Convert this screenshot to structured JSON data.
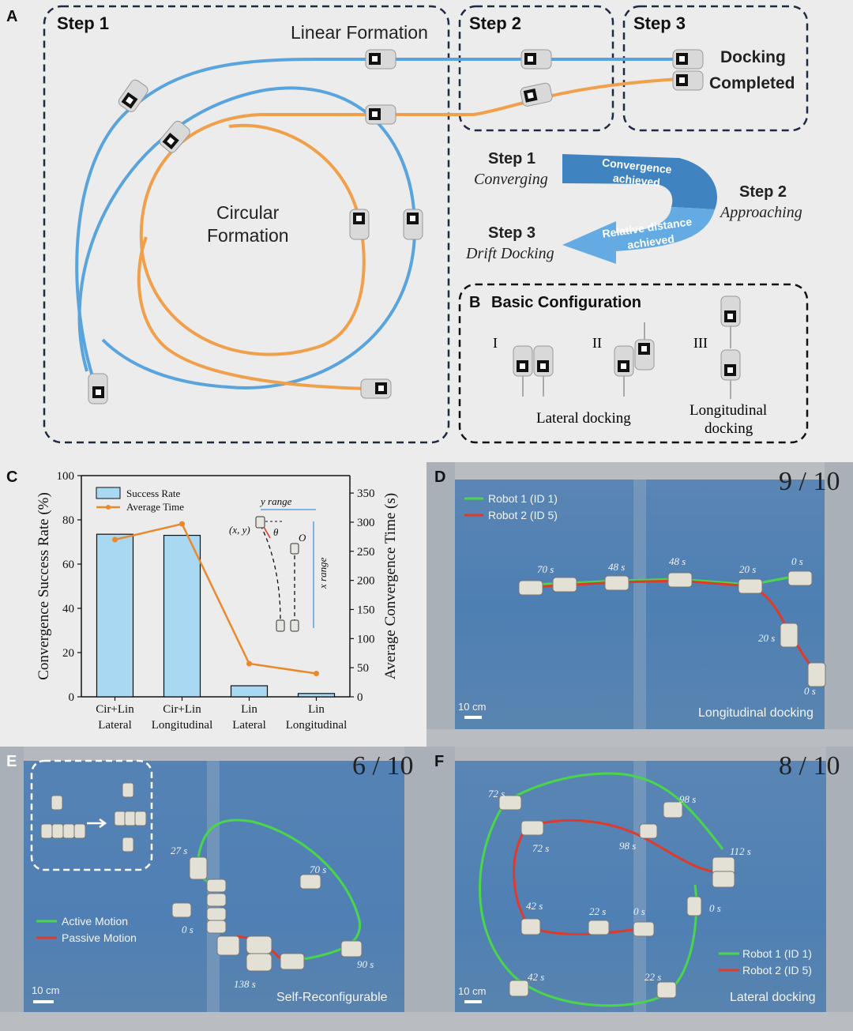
{
  "panelA": {
    "letter": "A",
    "step1": "Step 1",
    "step2": "Step 2",
    "step3": "Step 3",
    "linear_label": "Linear Formation",
    "circular_label_1": "Circular",
    "circular_label_2": "Formation",
    "docking_1": "Docking",
    "docking_2": "Completed",
    "cycle": {
      "s1_title": "Step 1",
      "s1_sub": "Converging",
      "s2_title": "Step 2",
      "s2_sub": "Approaching",
      "s3_title": "Step 3",
      "s3_sub": "Drift Docking",
      "arrow1_line1": "Convergence",
      "arrow1_line2": "achieved",
      "arrow2_line1": "Relative distance",
      "arrow2_line2": "achieved"
    },
    "colors": {
      "linear": "#5aa4de",
      "circular": "#f0a04b"
    }
  },
  "panelB": {
    "letter": "B",
    "title": "Basic Configuration",
    "roman": [
      "I",
      "II",
      "III"
    ],
    "lateral": "Lateral docking",
    "longitudinal_1": "Longitudinal",
    "longitudinal_2": "docking"
  },
  "panelC": {
    "letter": "C",
    "legend_bar": "Success Rate",
    "legend_line": "Average Time",
    "inset": {
      "y_range": "y range",
      "x_range": "x range",
      "xy": "(x, y)",
      "theta": "θ",
      "origin": "O"
    },
    "chart_data": {
      "type": "bar",
      "categories": [
        [
          "Cir+Lin",
          "Lateral"
        ],
        [
          "Cir+Lin",
          "Longitudinal"
        ],
        [
          "Lin",
          "Lateral"
        ],
        [
          "Lin",
          "Longitudinal"
        ]
      ],
      "series": [
        {
          "name": "Success Rate",
          "axis": "left",
          "type": "bar",
          "values": [
            73.5,
            73,
            5,
            1.5
          ],
          "color": "#a9d8f2"
        },
        {
          "name": "Average Time",
          "axis": "right",
          "type": "line",
          "values": [
            270,
            297,
            57,
            40
          ],
          "color": "#e8892e"
        }
      ],
      "ylabel": "Convergence Success Rate (%)",
      "y2label": "Average Convergence Time (s)",
      "ylim": [
        0,
        100
      ],
      "y2lim": [
        0,
        380
      ],
      "yticks": [
        0,
        20,
        40,
        60,
        80,
        100
      ],
      "y2ticks": [
        0,
        50,
        100,
        150,
        200,
        250,
        300,
        350
      ]
    }
  },
  "panelD": {
    "letter": "D",
    "ratio": "9 / 10",
    "legend": [
      "Robot 1 (ID 1)",
      "Robot 2 (ID 5)"
    ],
    "colors": [
      "#4ad64a",
      "#e03a2a"
    ],
    "times": [
      "70 s",
      "48 s",
      "48 s",
      "20 s",
      "0 s",
      "20 s",
      "0 s"
    ],
    "scale": "10 cm",
    "caption": "Longitudinal docking"
  },
  "panelE": {
    "letter": "E",
    "ratio": "6 / 10",
    "legend": [
      "Active Motion",
      "Passive Motion"
    ],
    "colors": [
      "#4ad64a",
      "#e03a2a"
    ],
    "times": [
      "27 s",
      "70 s",
      "0 s",
      "90 s",
      "138 s"
    ],
    "scale": "10 cm",
    "caption": "Self-Reconfigurable"
  },
  "panelF": {
    "letter": "F",
    "ratio": "8 / 10",
    "legend": [
      "Robot 1 (ID 1)",
      "Robot 2 (ID 5)"
    ],
    "colors": [
      "#4ad64a",
      "#e03a2a"
    ],
    "times": [
      "72 s",
      "98 s",
      "72 s",
      "98 s",
      "112 s",
      "42 s",
      "22 s",
      "0 s",
      "0 s",
      "42 s",
      "22 s"
    ],
    "scale": "10 cm",
    "caption": "Lateral docking"
  }
}
